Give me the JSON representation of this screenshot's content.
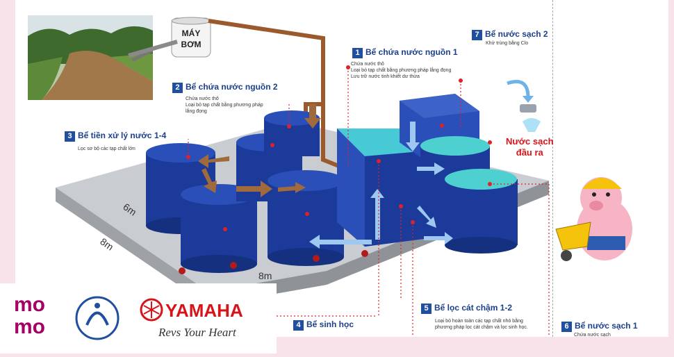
{
  "pump": {
    "line1": "MÁY",
    "line2": "BƠM"
  },
  "stages": [
    {
      "num": "1",
      "title": "Bể chứa nước nguồn 1",
      "desc": [
        "Chứa nước thô",
        "Loại bỏ tạp chất bằng phương pháp lắng đọng",
        "Lưu trữ nước tinh khiết dư thừa"
      ]
    },
    {
      "num": "2",
      "title": "Bể chứa nước nguồn 2",
      "desc": [
        "Chứa nước thô",
        "Loại bỏ tạp chất bằng phương pháp",
        "lắng đọng"
      ]
    },
    {
      "num": "3",
      "title": "Bể tiền xử lý nước 1-4",
      "desc": [
        "Lọc sơ bộ các tạp chất lớn"
      ]
    },
    {
      "num": "4",
      "title": "Bể sinh học",
      "desc": []
    },
    {
      "num": "5",
      "title": "Bể lọc cát chậm 1-2",
      "desc": [
        "Loại bỏ hoàn toàn các tạp chất nhỏ bằng",
        "phương pháp lọc cát chậm và lọc sinh học."
      ]
    },
    {
      "num": "6",
      "title": "Bể nước sạch 1",
      "desc": [
        "Chứa nước sạch"
      ]
    },
    {
      "num": "7",
      "title": "Bể nước sạch 2",
      "desc": [
        "Khử trùng bằng Clo"
      ]
    }
  ],
  "output": {
    "line1": "Nước sạch",
    "line2": "đầu ra"
  },
  "dimensions": [
    "6m",
    "8m",
    "8m"
  ],
  "brands": {
    "momo1": "mo",
    "momo2": "mo",
    "yamaha": "YAMAHA",
    "slogan": "Revs Your Heart"
  },
  "colors": {
    "tank_blue": "#1b3a9a",
    "water_teal": "#3ec8c8",
    "label_blue": "#1f4f9e",
    "red_dots": "#e0202a",
    "momo_pink": "#a50064",
    "yamaha_red": "#d7141a"
  }
}
